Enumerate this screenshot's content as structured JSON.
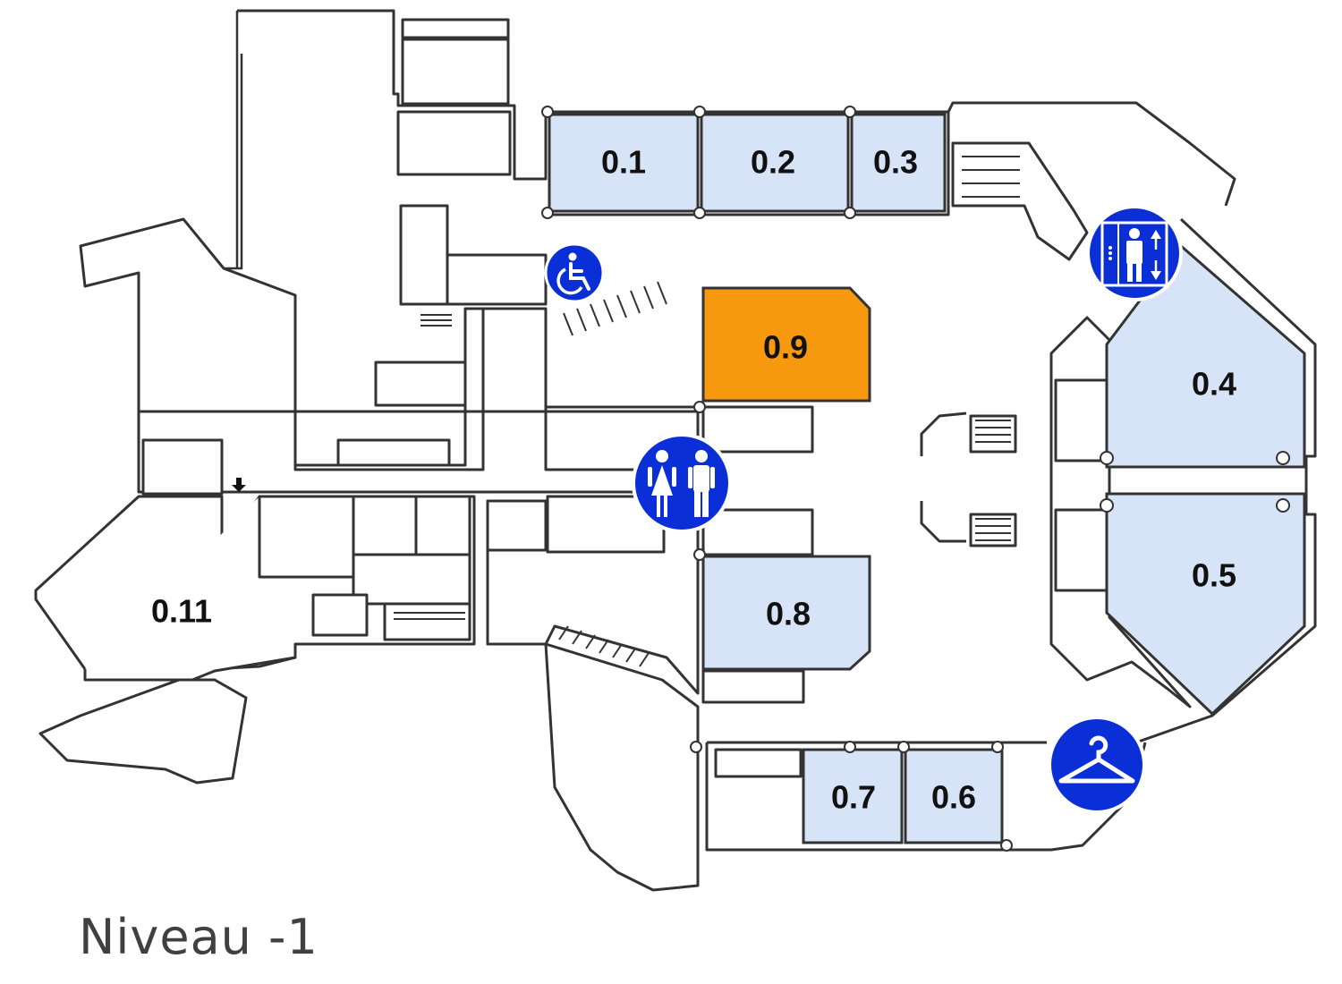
{
  "floor": {
    "level_label": "Niveau -1"
  },
  "colors": {
    "room_fill": "#d7e3f7",
    "highlight_fill": "#f7990f",
    "icon_blue": "#0a2fd6",
    "wall": "#333333"
  },
  "rooms": [
    {
      "id": "room-0-1",
      "label": "0.1",
      "state": "normal"
    },
    {
      "id": "room-0-2",
      "label": "0.2",
      "state": "normal"
    },
    {
      "id": "room-0-3",
      "label": "0.3",
      "state": "normal"
    },
    {
      "id": "room-0-4",
      "label": "0.4",
      "state": "normal"
    },
    {
      "id": "room-0-5",
      "label": "0.5",
      "state": "normal"
    },
    {
      "id": "room-0-6",
      "label": "0.6",
      "state": "normal"
    },
    {
      "id": "room-0-7",
      "label": "0.7",
      "state": "normal"
    },
    {
      "id": "room-0-8",
      "label": "0.8",
      "state": "normal"
    },
    {
      "id": "room-0-9",
      "label": "0.9",
      "state": "highlighted"
    },
    {
      "id": "room-0-11",
      "label": "0.11",
      "state": "normal"
    }
  ],
  "icons": [
    {
      "name": "wheelchair-access-icon"
    },
    {
      "name": "toilets-icon"
    },
    {
      "name": "elevator-icon"
    },
    {
      "name": "cloakroom-hanger-icon"
    }
  ]
}
